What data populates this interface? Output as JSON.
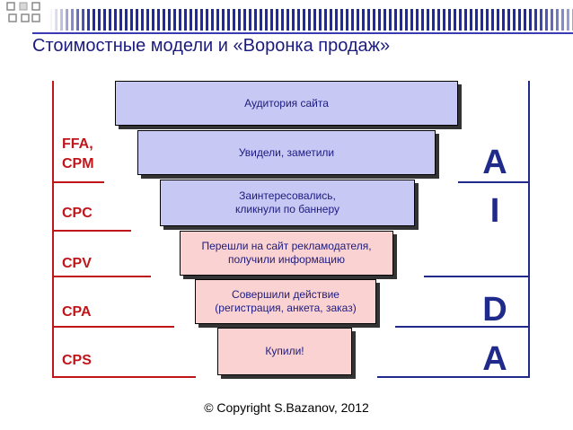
{
  "title": "Стоимостные модели и «Воронка продаж»",
  "copyright": "© Copyright S.Bazanov, 2012",
  "pricing_models": [
    {
      "label": "FFA,\nCPM"
    },
    {
      "label": "CPC"
    },
    {
      "label": "CPV"
    },
    {
      "label": "CPA"
    },
    {
      "label": "CPS"
    }
  ],
  "funnel_stages": [
    {
      "text": "Аудитория сайта",
      "color": "lavender"
    },
    {
      "text": "Увидели, заметили",
      "color": "lavender"
    },
    {
      "text": "Заинтересовались,\nкликнули по баннеру",
      "color": "lavender"
    },
    {
      "text": "Перешли на сайт рекламодателя,\nполучили информацию",
      "color": "pink"
    },
    {
      "text": "Совершили действие\n(регистрация, анкета, заказ)",
      "color": "pink"
    },
    {
      "text": "Купили!",
      "color": "pink"
    }
  ],
  "aida": [
    {
      "letter": "A"
    },
    {
      "letter": "I"
    },
    {
      "letter": "D"
    },
    {
      "letter": "A"
    }
  ],
  "colors": {
    "title": "#1b1b80",
    "models": "#c0151b",
    "aida": "#1f2a8a",
    "stage_lavender": "#c8c8f5",
    "stage_pink": "#fbd2d2"
  }
}
